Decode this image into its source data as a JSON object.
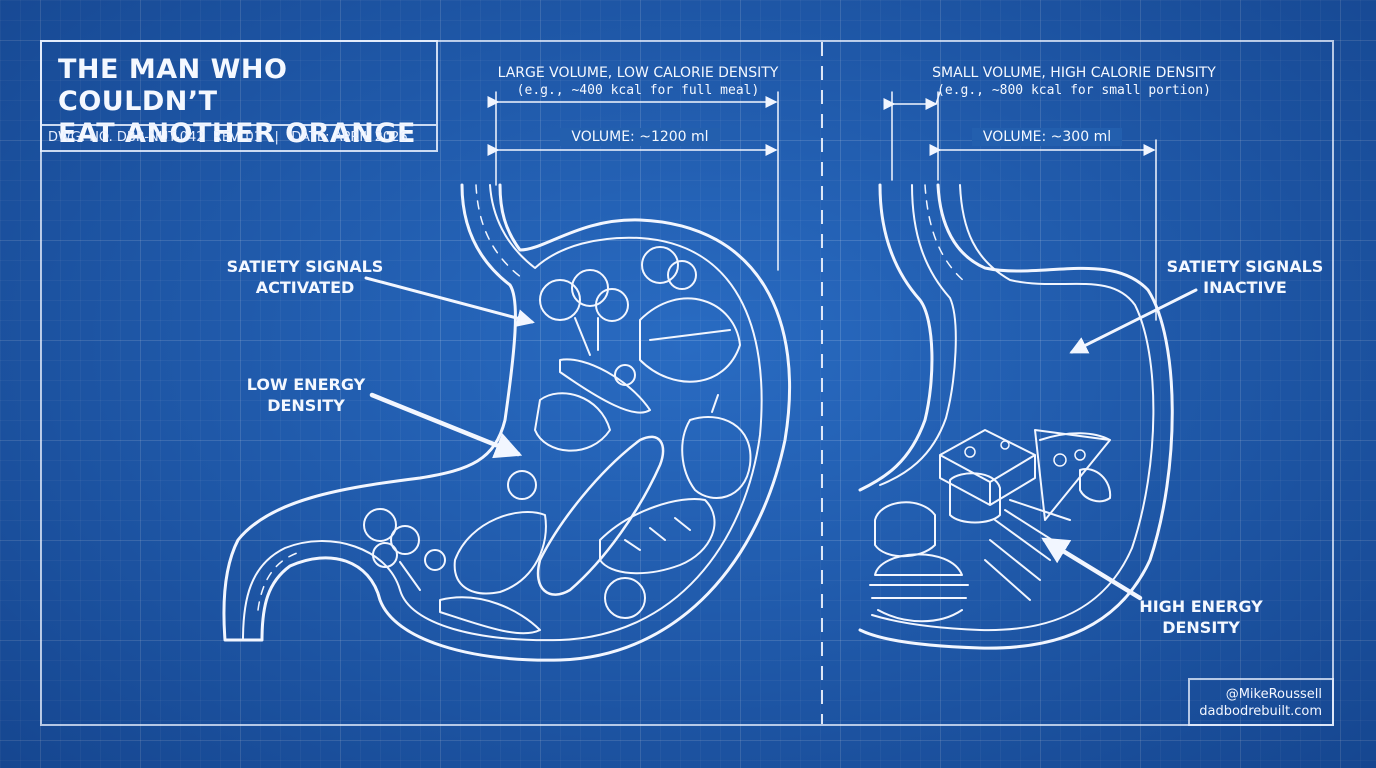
{
  "title": {
    "main": "THE MAN WHO COULDN’T\nEAT ANOTHER ORANGE",
    "drawing_number": "DWG. NO. DBR-NUT-042",
    "revision": "REV. 01",
    "separator": "|",
    "date": "DATE: APRIL 2026"
  },
  "left": {
    "header_line1": "LARGE VOLUME, LOW CALORIE DENSITY",
    "header_line2": "(e.g., ~400 kcal for full meal)",
    "volume": "VOLUME: ~1200 ml",
    "satiety_line1": "SATIETY SIGNALS",
    "satiety_line2": "ACTIVATED",
    "density_line1": "LOW ENERGY",
    "density_line2": "DENSITY"
  },
  "right": {
    "header_line1": "SMALL VOLUME, HIGH CALORIE DENSITY",
    "header_line2": "(e.g., ~800 kcal for small portion)",
    "volume": "VOLUME: ~300 ml",
    "satiety_line1": "SATIETY SIGNALS",
    "satiety_line2": "INACTIVE",
    "density_line1": "HIGH ENERGY",
    "density_line2": "DENSITY"
  },
  "credit": {
    "handle": "@MikeRoussell",
    "site": "dadbodrebuilt.com"
  },
  "colors": {
    "background": "#1f5fb4",
    "line": "#f2f6ff"
  }
}
